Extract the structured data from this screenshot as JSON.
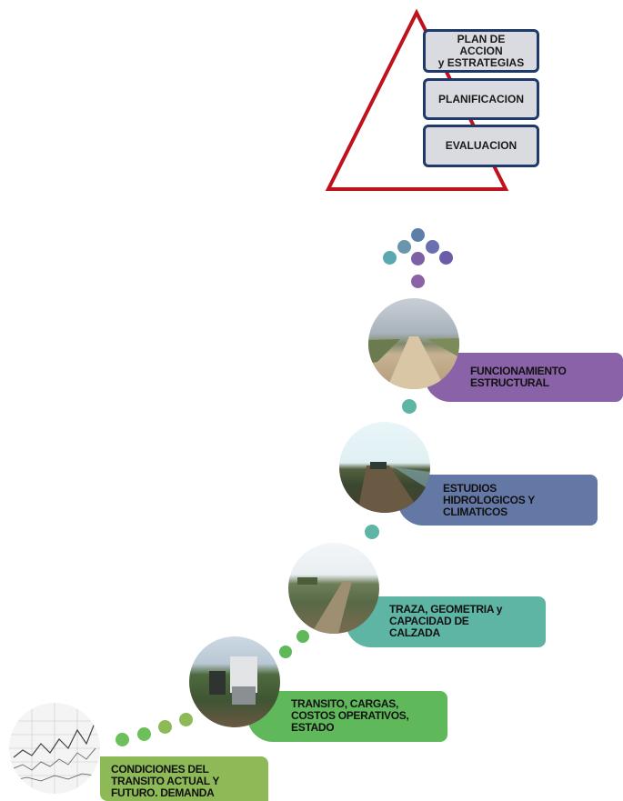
{
  "pyramid": {
    "levels": [
      "PLAN DE\nACCION\ny ESTRATEGIAS",
      "PLANIFICACION",
      "EVALUACION"
    ],
    "outline_color": "#c0121c",
    "box_border_color": "#1f3a68"
  },
  "steps": [
    {
      "label": "CONDICIONES DEL\nTRANSITO ACTUAL Y\nFUTURO.  DEMANDA",
      "color": "#8dba56",
      "photo": "traffic-chart-photo"
    },
    {
      "label": "TRANSITO, CARGAS,\nCOSTOS  OPERATIVOS,\nESTADO",
      "color": "#5fb85a",
      "photo": "truck-on-road-photo"
    },
    {
      "label": "TRAZA, GEOMETRIA y\nCAPACIDAD DE\nCALZADA",
      "color": "#5eb5a3",
      "photo": "rural-road-photo"
    },
    {
      "label": "ESTUDIOS\nHIDROLOGICOS Y\nCLIMATICOS",
      "color": "#6478a6",
      "photo": "flooded-road-photo"
    },
    {
      "label": "FUNCIONAMIENTO\nESTRUCTURAL",
      "color": "#8a62a8",
      "photo": "dirt-road-photo"
    }
  ]
}
